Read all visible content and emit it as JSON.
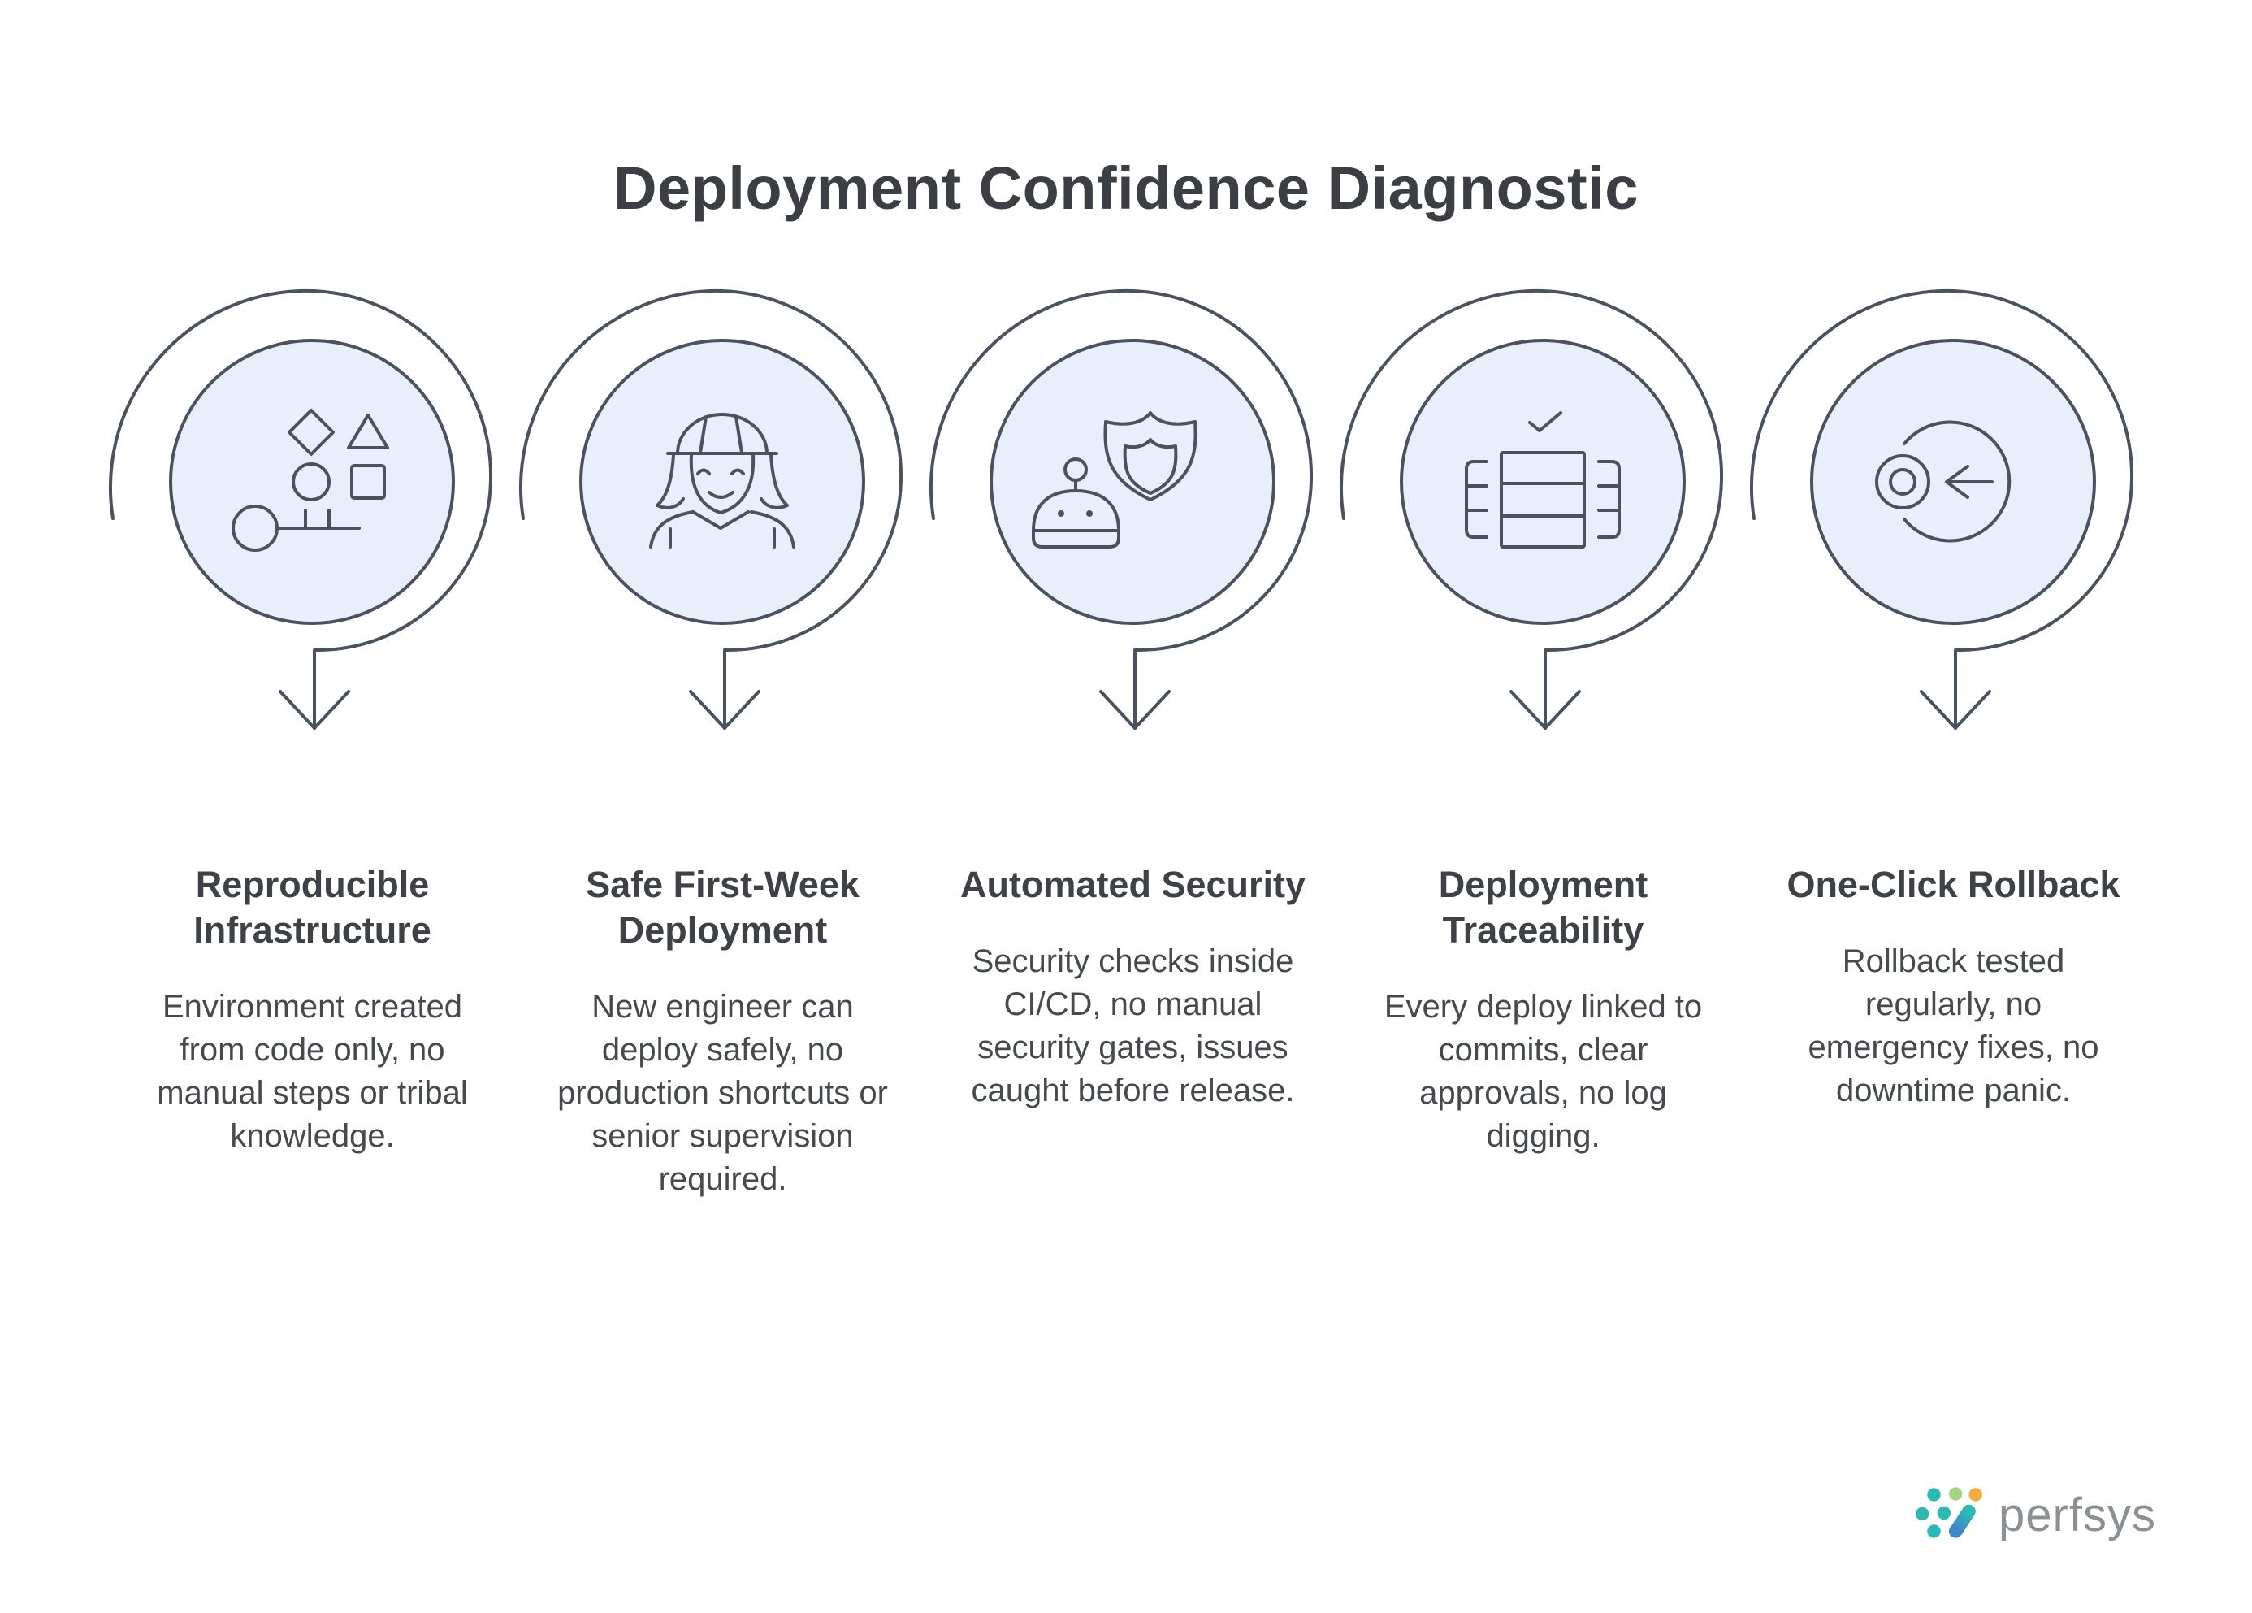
{
  "title": "Deployment Confidence Diagnostic",
  "items": [
    {
      "id": "reproducible-infrastructure",
      "icon": "shapes-icon",
      "heading": "Reproducible Infrastructure",
      "description": "Environment created from code only, no manual steps or tribal knowledge."
    },
    {
      "id": "safe-first-week-deployment",
      "icon": "engineer-icon",
      "heading": "Safe First-Week Deployment",
      "description": "New engineer can deploy safely, no production shortcuts or senior supervision required."
    },
    {
      "id": "automated-security",
      "icon": "robot-shield-icon",
      "heading": "Automated Security",
      "description": "Security checks inside CI/CD, no manual security gates, issues caught before release."
    },
    {
      "id": "deployment-traceability",
      "icon": "server-check-icon",
      "heading": "Deployment Traceability",
      "description": "Every deploy linked to commits, clear approvals, no log digging."
    },
    {
      "id": "one-click-rollback",
      "icon": "rollback-icon",
      "heading": "One-Click Rollback",
      "description": "Rollback tested regularly, no emergency fixes, no downtime panic."
    }
  ],
  "brand": {
    "name": "perfsys"
  },
  "colors": {
    "stroke": "#49525e",
    "disc_fill": "#e9eefb",
    "title_text": "#3b3f43",
    "heading_text": "#3e4145",
    "body_text": "#46494e",
    "logo_text": "#8b9094",
    "logo_teal": "#2cb9b2",
    "logo_green": "#a5d487",
    "logo_orange": "#f3ad3d",
    "logo_blue": "#3f87cb"
  }
}
